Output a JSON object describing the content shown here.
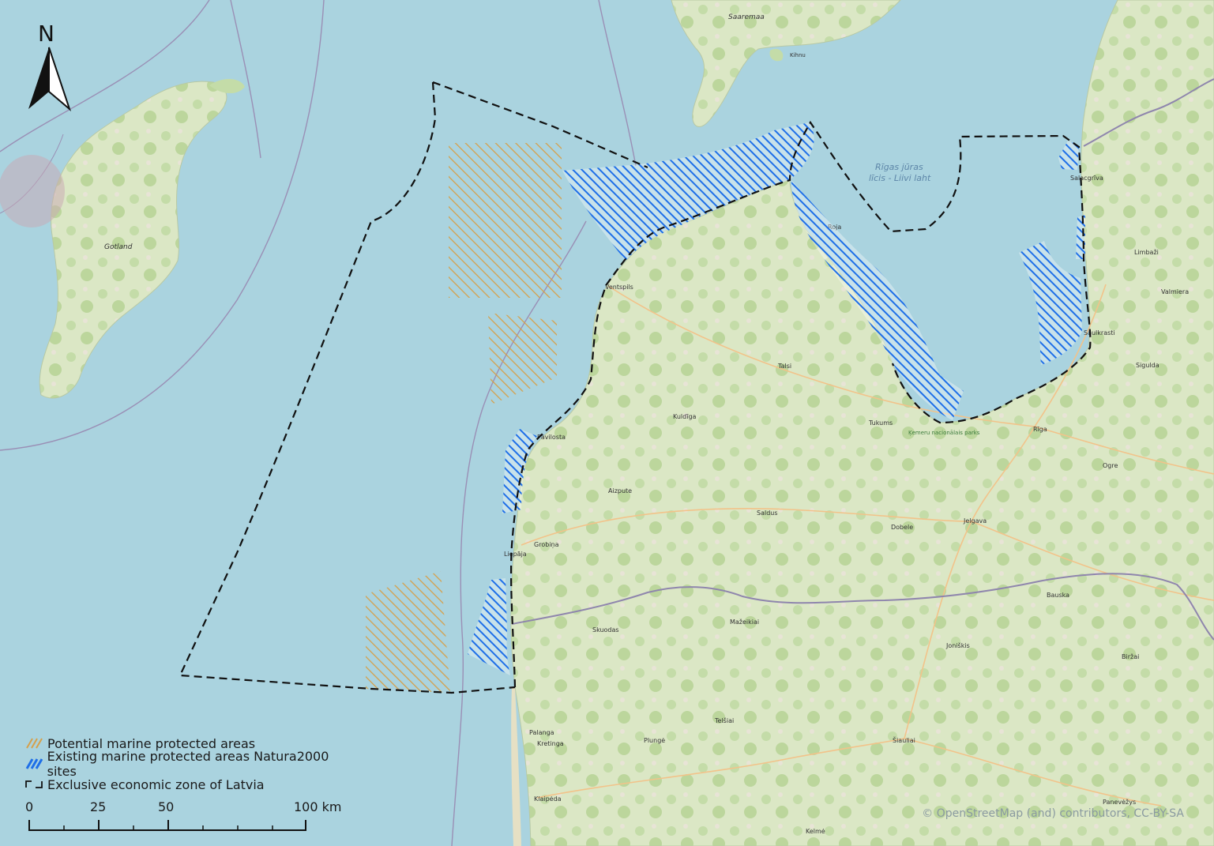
{
  "map": {
    "colors": {
      "sea": "#aad3df",
      "land": "#dbe7c5",
      "forest": "#b9d59c",
      "potential_mpa": "#d6a04a",
      "natura2000": "#1e6fe8",
      "eez_line": "#111111",
      "border": "#9a8fb5",
      "roads": "#f2c38a"
    },
    "north_arrow": {
      "label": "N",
      "icon": "north-arrow-icon"
    },
    "place_labels": {
      "saaremaa": "Saaremaa",
      "gotland": "Gotland",
      "gulf_of_riga_1": "Rīgas jūras",
      "gulf_of_riga_2": "līcis - Liivi laht",
      "riga": "Rīga",
      "jelgava": "Jelgava",
      "liepaja": "Liepāja",
      "ventspils": "Ventspils",
      "klaipeda": "Klaipėda",
      "siauliai": "Šiauliai",
      "panevezys": "Panevėžys",
      "valmiera": "Valmiera",
      "tukums": "Tukums",
      "sigulda": "Sigulda",
      "skuodas": "Skuodas",
      "telsiai": "Telšiai",
      "kuldiga": "Kuldīga",
      "talsi": "Talsi",
      "saldus": "Saldus",
      "dobele": "Dobele",
      "bauska": "Bauska",
      "palanga": "Palanga",
      "mazeikiai": "Mažeikiai",
      "plunge": "Plungė",
      "kretinga": "Kretinga",
      "joniskis": "Joniškis",
      "kelme": "Kelmė",
      "birzai": "Biržai",
      "aizpute": "Aizpute",
      "grobina": "Grobiņa",
      "pavilosta": "Pāvilosta",
      "ogre": "Ogre",
      "kemeri": "Ķemeru nacionālais parks",
      "roja": "Roja",
      "salacgriva": "Salacgrīva",
      "saulkrasti": "Saulkrasti",
      "limbazi": "Limbaži",
      "kihnu": "Kihnu"
    },
    "legend": [
      {
        "label": "Potential marine protected areas",
        "symbol": "hatch-orange"
      },
      {
        "label": "Existing marine protected areas Natura2000 sites",
        "symbol": "hatch-blue"
      },
      {
        "label": "Exclusive economic zone of Latvia",
        "symbol": "dashed-line"
      }
    ],
    "scale_bar": {
      "ticks": [
        "0",
        "25",
        "50",
        "100 km"
      ]
    },
    "attribution": "© OpenStreetMap (and) contributors, CC-BY-SA"
  }
}
